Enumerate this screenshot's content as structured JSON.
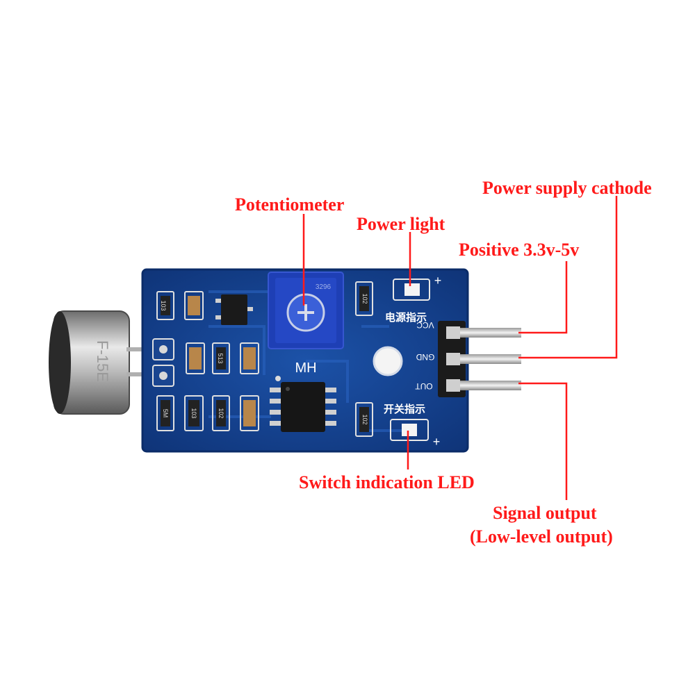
{
  "callouts": {
    "potentiometer": "Potentiometer",
    "power_light": "Power light",
    "power_supply_cathode": "Power supply cathode",
    "positive": "Positive 3.3v-5v",
    "switch_led": "Switch indication LED",
    "signal_output_line1": "Signal output",
    "signal_output_line2": "(Low-level output)"
  },
  "board": {
    "chip_marking": "MH",
    "pin_vcc": "VCC",
    "pin_gnd": "GND",
    "pin_out": "OUT",
    "power_indicator_cn": "电源指示",
    "switch_indicator_cn": "开关指示",
    "plus_sign": "+",
    "resistor_102": "102",
    "resistor_103": "103",
    "resistor_513": "513",
    "resistor_5m": "5M",
    "trimmer_marking": "3296",
    "mic_marking": "F-15E"
  },
  "colors": {
    "callout": "#ff1a1a",
    "pcb": "#123f8c",
    "pcb_edge": "#0b2c68",
    "pins": "#c9c9c9"
  }
}
